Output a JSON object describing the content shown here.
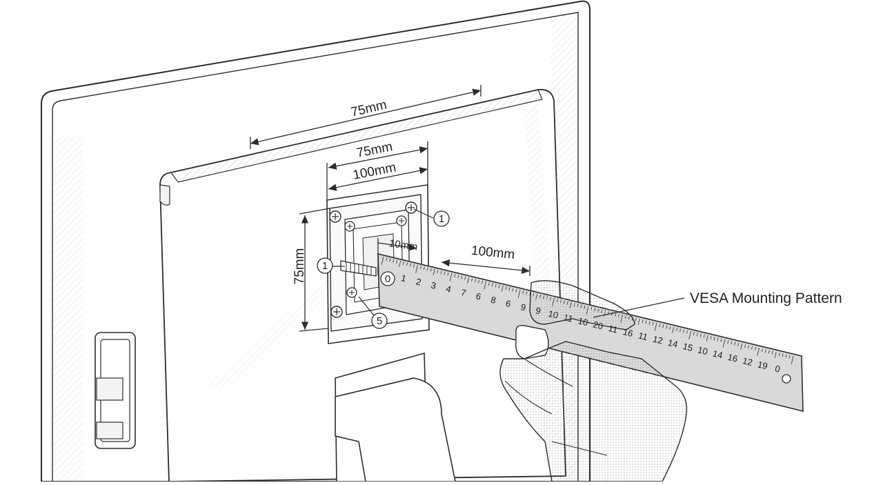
{
  "dimensions": {
    "top_width_outer": "75mm",
    "top_width_inner": "75mm",
    "top_width_plate": "100mm",
    "left_height": "75mm",
    "ruler_span": "100mm",
    "inner_tag": "10mm"
  },
  "callouts": {
    "screw_top_right": "1",
    "screw_left": "1",
    "screw_bottom": "5",
    "ruler_zero": "0",
    "main_label": "VESA Mounting Pattern"
  },
  "ruler": {
    "numbers": [
      "2",
      "1",
      "2",
      "3",
      "4",
      "7",
      "6",
      "8",
      "6",
      "9",
      "9",
      "10",
      "11",
      "10",
      "20",
      "11",
      "16",
      "11",
      "12",
      "14",
      "15",
      "10",
      "14",
      "16",
      "12",
      "19",
      "0"
    ]
  },
  "colors": {
    "line": "#2b2b2b",
    "ruler_fill": "#d9d9d9",
    "hatch": "#9a9a9a"
  }
}
